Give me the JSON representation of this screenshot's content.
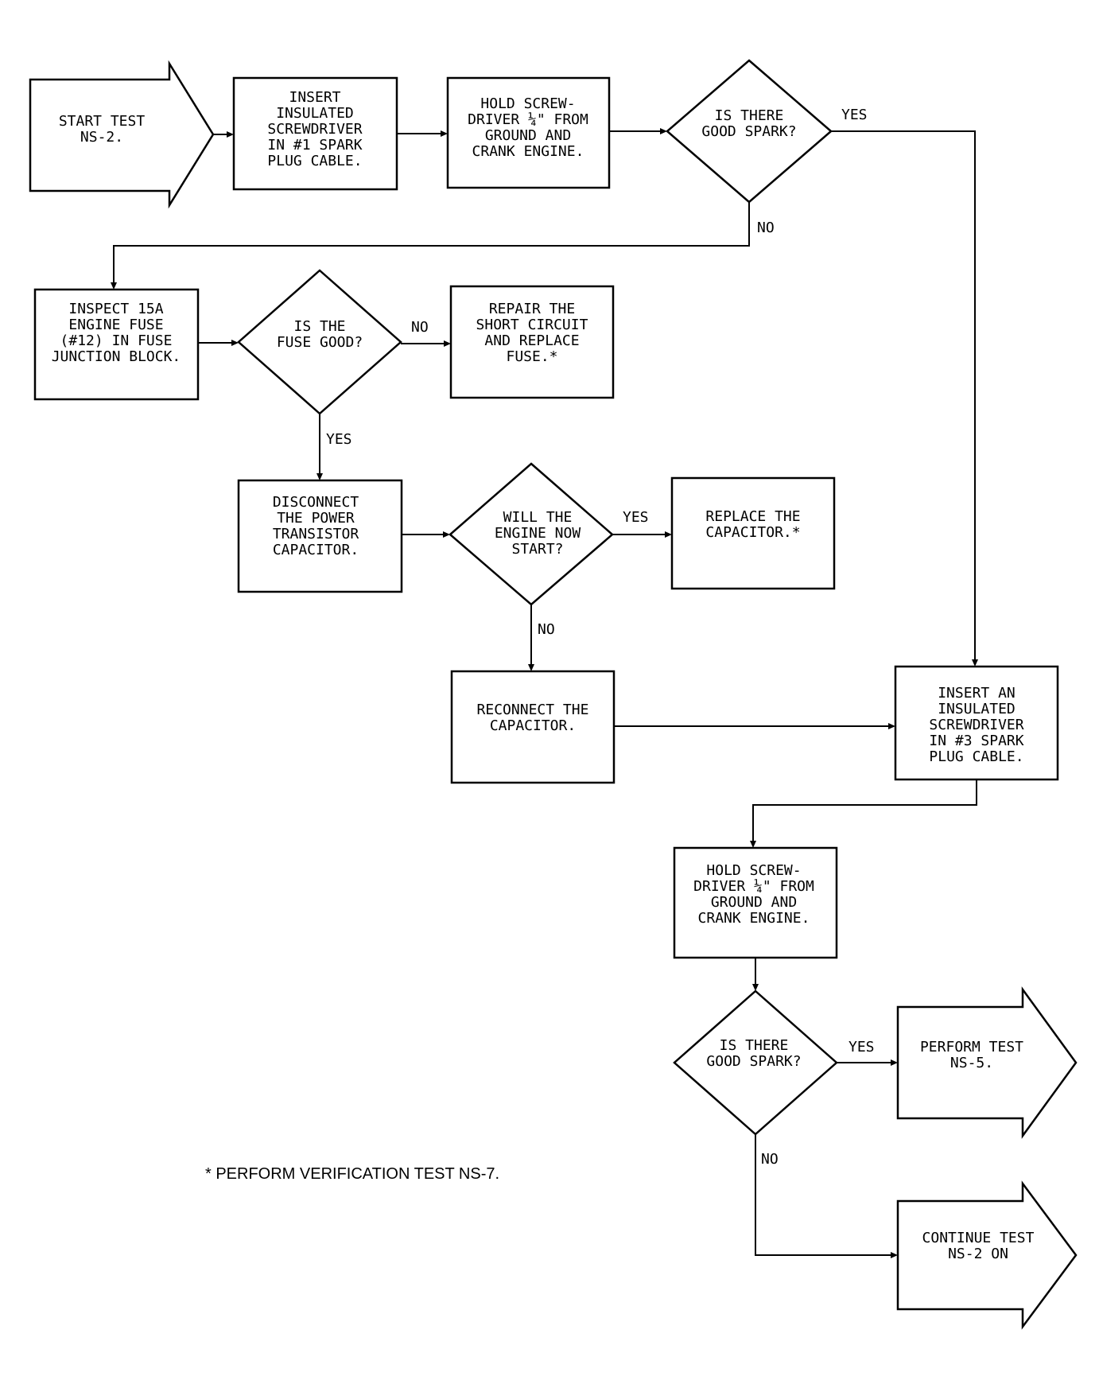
{
  "nodes": {
    "start": {
      "lines": [
        "START TEST",
        "NS-2."
      ]
    },
    "insert1": {
      "lines": [
        "INSERT",
        "INSULATED",
        "SCREWDRIVER",
        "IN #1 SPARK",
        "PLUG CABLE."
      ]
    },
    "hold1": {
      "lines": [
        "HOLD SCREW-",
        "DRIVER ¼\" FROM",
        "GROUND AND",
        "CRANK ENGINE."
      ]
    },
    "spark1": {
      "lines": [
        "IS THERE",
        "GOOD SPARK?"
      ]
    },
    "inspect_fuse": {
      "lines": [
        "INSPECT 15A",
        "ENGINE FUSE",
        "(#12) IN FUSE",
        "JUNCTION BLOCK."
      ]
    },
    "fuse_good": {
      "lines": [
        "IS THE",
        "FUSE GOOD?"
      ]
    },
    "repair_short": {
      "lines": [
        "REPAIR THE",
        "SHORT CIRCUIT",
        "AND REPLACE",
        "FUSE.*"
      ]
    },
    "disconnect_cap": {
      "lines": [
        "DISCONNECT",
        "THE POWER",
        "TRANSISTOR",
        "CAPACITOR."
      ]
    },
    "engine_start": {
      "lines": [
        "WILL THE",
        "ENGINE NOW",
        "START?"
      ]
    },
    "replace_cap": {
      "lines": [
        "REPLACE THE",
        "CAPACITOR.*"
      ]
    },
    "reconnect_cap": {
      "lines": [
        "RECONNECT THE",
        "CAPACITOR."
      ]
    },
    "insert3": {
      "lines": [
        "INSERT AN",
        "INSULATED",
        "SCREWDRIVER",
        "IN #3 SPARK",
        "PLUG CABLE."
      ]
    },
    "hold2": {
      "lines": [
        "HOLD SCREW-",
        "DRIVER ¼\" FROM",
        "GROUND AND",
        "CRANK ENGINE."
      ]
    },
    "spark2": {
      "lines": [
        "IS THERE",
        "GOOD SPARK?"
      ]
    },
    "perform_ns5": {
      "lines": [
        "PERFORM TEST",
        "NS-5."
      ]
    },
    "continue_ns2": {
      "lines": [
        "CONTINUE TEST",
        "NS-2 ON"
      ]
    }
  },
  "labels": {
    "spark1_yes": "YES",
    "spark1_no": "NO",
    "fuse_no": "NO",
    "fuse_yes": "YES",
    "start_yes": "YES",
    "start_no": "NO",
    "spark2_yes": "YES",
    "spark2_no": "NO"
  },
  "footnote": "* PERFORM VERIFICATION TEST NS-7."
}
